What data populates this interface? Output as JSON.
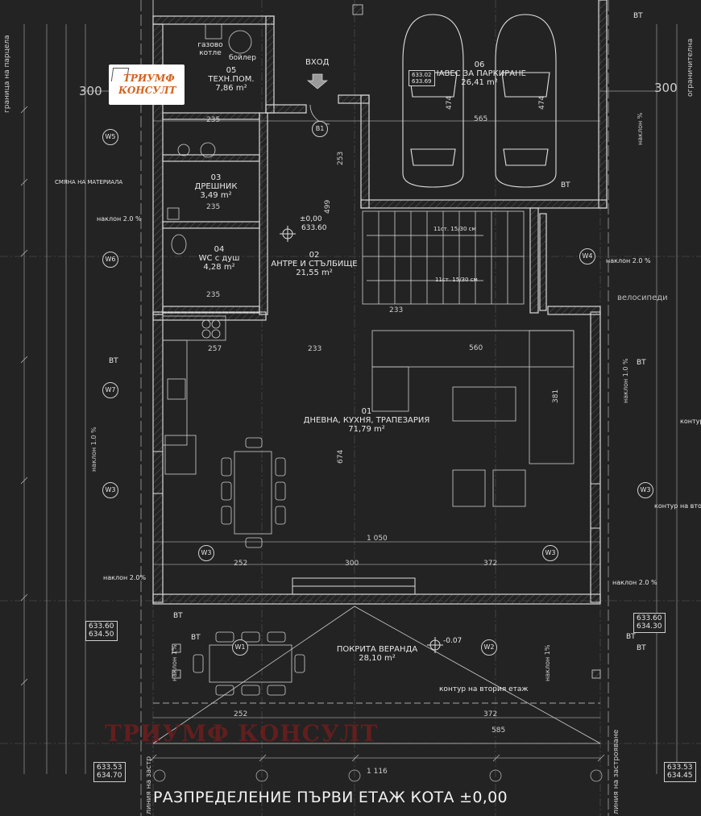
{
  "drawing": {
    "title": "РАЗПРЕДЕЛЕНИЕ ПЪРВИ ЕТАЖ КОТА ±0,00",
    "watermark": "ТРИУМФ КОНСУЛТ",
    "logo": {
      "line1": "ТРИУМФ",
      "line2": "КОНСУЛТ"
    }
  },
  "rooms": [
    {
      "num": "01",
      "name": "ДНЕВНА, КУХНЯ, ТРАПЕЗАРИЯ",
      "area": "71,79 m²"
    },
    {
      "num": "02",
      "name": "АНТРЕ И СТЪЛБИЩЕ",
      "area": "21,55 m²"
    },
    {
      "num": "03",
      "name": "ДРЕШНИК",
      "area": "3,49 m²"
    },
    {
      "num": "04",
      "name": "WC с душ",
      "area": "4,28 m²"
    },
    {
      "num": "05",
      "name": "ТЕХН.ПОМ.",
      "area": "7,86 m²"
    },
    {
      "num": "06",
      "name": "НАВЕС ЗА ПАРКИРАНЕ",
      "area": "26,41 m²"
    },
    {
      "num": "",
      "name": "ПОКРИТА ВЕРАНДА",
      "area": "28,10 m²"
    }
  ],
  "labels": {
    "entrance": "ВХОД",
    "boiler": "бойлер",
    "gas_boiler": "газово котле",
    "bicycles": "велосипеди",
    "material_change": "СМЯНА НА МАТЕРИАЛА",
    "second_floor_contour": "контур на втория етаж",
    "contour_right1": "контур",
    "contour_right2": "контур на вто",
    "level_zero": "±0,00",
    "level_zero_abs": "633.60",
    "veranda_level": "-0.07",
    "left_border": "граница на парцела",
    "right_border": "ограничителна",
    "bottom_left_line": "линия на застр",
    "bottom_right_line": "линия на застрояване",
    "stair_up1": "11ст. 15/30 см",
    "stair_up2": "11ст. 15/30 см"
  },
  "levels": [
    {
      "a": "633.60",
      "b": "634.50"
    },
    {
      "a": "633.60",
      "b": "634.30"
    },
    {
      "a": "633.53",
      "b": "634.70"
    },
    {
      "a": "633.53",
      "b": "634.45"
    },
    {
      "a": "633.02",
      "b": "633.69"
    }
  ],
  "slopes": [
    "наклон 2.0 %",
    "наклон 2.0 %",
    "наклон 1.0 %",
    "наклон 1.0 %",
    "наклон 2.0%",
    "наклон 2.0 %",
    "наклон 1%",
    "наклон 1%",
    "наклон %"
  ],
  "dimensions": {
    "top_300_left": "300",
    "top_300_right": "300",
    "d1050": "1 050",
    "d1116": "1 116",
    "d585": "585",
    "d252a": "252",
    "d300": "300",
    "d372a": "372",
    "d252b": "252",
    "d372b": "372",
    "d560": "560",
    "d381": "381",
    "d674": "674",
    "d257": "257",
    "d235a": "235",
    "d235b": "235",
    "d235c": "235",
    "d565": "565",
    "d499": "499",
    "d253": "253",
    "d233a": "233",
    "d233b": "233",
    "d474a": "474",
    "d474b": "474"
  },
  "window_tags": [
    "W5",
    "W6",
    "W7",
    "W3",
    "W3",
    "W3",
    "W1",
    "W2",
    "W4",
    "W3",
    "B1"
  ],
  "markers": [
    "ВТ",
    "ВТ",
    "ВТ",
    "ВТ",
    "ВТ",
    "ВТ",
    "ВТ",
    "ВТ"
  ]
}
